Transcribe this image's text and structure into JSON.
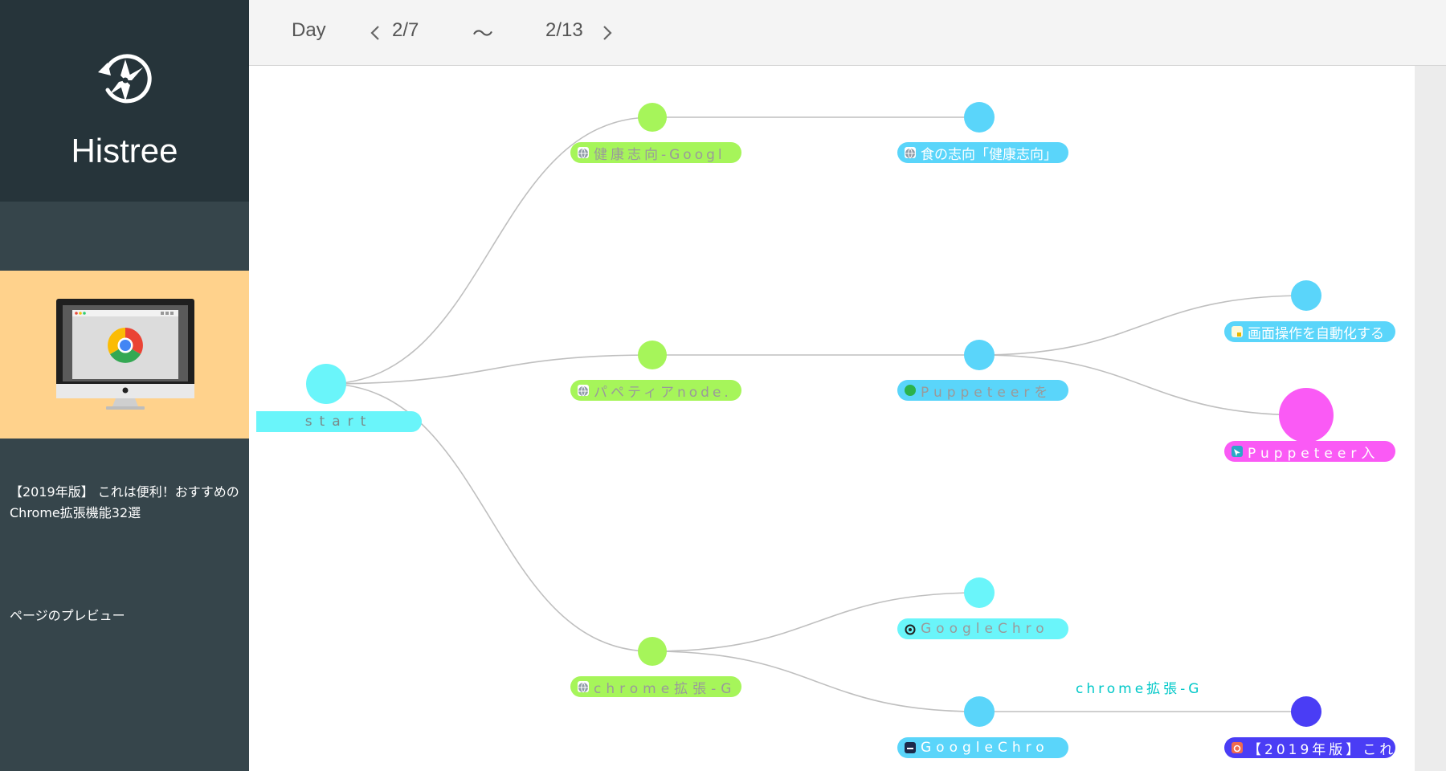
{
  "app": {
    "name": "Histree"
  },
  "sidebar": {
    "page_title": "【2019年版】 これは便利！おすすめのChrome拡張機能32選",
    "preview_label": "ページのプレビュー",
    "preview_icon": "chrome-browser-monitor-icon"
  },
  "toolbar": {
    "range_unit": "Day",
    "start_date": "2/7",
    "separator": "〜",
    "end_date": "2/13"
  },
  "colors": {
    "sidebar_bg": "#36454b",
    "brand_bg": "#26343a",
    "preview_bg": "#ffd28c",
    "green": "#a6f55a",
    "cyan": "#5ad5fa",
    "aqua": "#6af5fa",
    "magenta": "#fa5af5",
    "indigo": "#4a3df5",
    "edge": "#bfbfbf",
    "floating_label": "#00c8c8"
  },
  "graph": {
    "root_label": "start",
    "nodes": [
      {
        "id": "n1",
        "label": "健康志向-Googl",
        "color": "#a6f55a",
        "text_color": "#9a9a9a",
        "icon": "globe-icon"
      },
      {
        "id": "n2",
        "label": "食の志向「健康志向」",
        "color": "#5ad5fa",
        "text_color": "#ffffff",
        "icon": "globe-icon"
      },
      {
        "id": "n3",
        "label": "パペティアnode.",
        "color": "#a6f55a",
        "text_color": "#9a9a9a",
        "icon": "globe-icon"
      },
      {
        "id": "n4",
        "label": "Puppeteerを",
        "color": "#5ad5fa",
        "text_color": "#9a9a9a",
        "icon": "green-circle-site-icon"
      },
      {
        "id": "n5",
        "label": "画面操作を自動化する",
        "color": "#5ad5fa",
        "text_color": "#ffffff",
        "icon": "document-site-icon"
      },
      {
        "id": "n6",
        "label": "Puppeteer入",
        "color": "#fa5af5",
        "text_color": "#ffffff",
        "icon": "cursor-site-icon"
      },
      {
        "id": "n7",
        "label": "chrome拡張-G",
        "color": "#a6f55a",
        "text_color": "#9a9a9a",
        "icon": "globe-icon"
      },
      {
        "id": "n8",
        "label": "GoogleChro",
        "color": "#6af5fa",
        "text_color": "#9a9a9a",
        "icon": "at-sign-site-icon"
      },
      {
        "id": "n9",
        "label": "GoogleChro",
        "color": "#5ad5fa",
        "text_color": "#ffffff",
        "icon": "dark-square-site-icon"
      },
      {
        "id": "n10",
        "label": "【2019年版】これ",
        "color": "#4a3df5",
        "text_color": "#ffffff",
        "icon": "orange-site-icon"
      }
    ],
    "floating_label": "chrome拡張-G"
  }
}
